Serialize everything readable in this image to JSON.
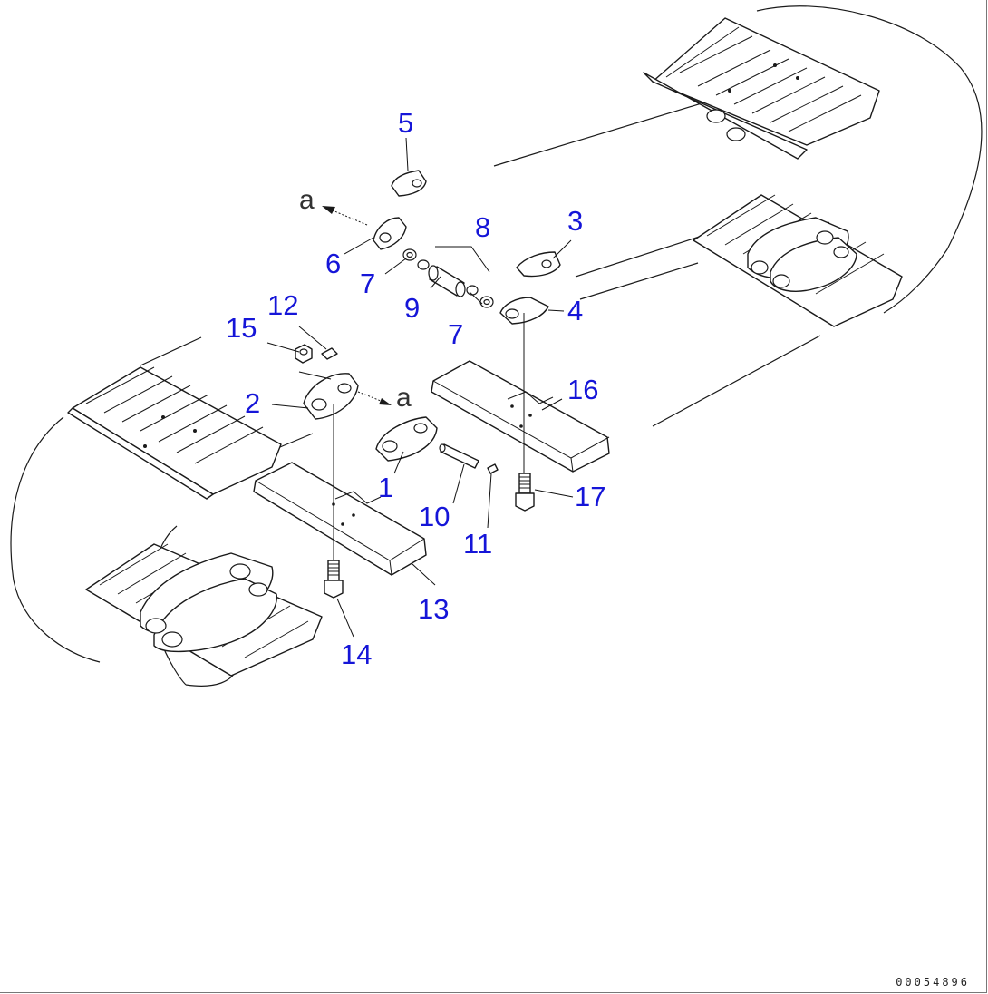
{
  "callouts": {
    "c1": "1",
    "c2": "2",
    "c3": "3",
    "c4": "4",
    "c5": "5",
    "c6": "6",
    "c7a": "7",
    "c7b": "7",
    "c8": "8",
    "c9": "9",
    "c10": "10",
    "c11": "11",
    "c12": "12",
    "c13": "13",
    "c14": "14",
    "c15": "15",
    "c16": "16",
    "c17": "17"
  },
  "view_refs": {
    "upper": "a",
    "lower": "a"
  },
  "drawing_code": "00054896",
  "colors": {
    "callout": "#1515d8",
    "line": "#1a1a1a"
  }
}
